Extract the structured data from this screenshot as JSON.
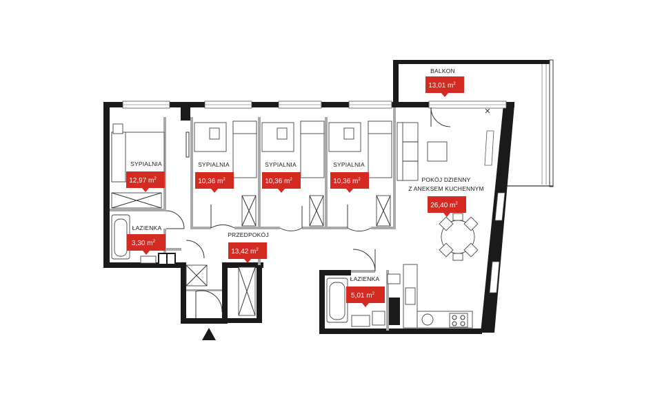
{
  "rooms": [
    {
      "id": "sypialnia-1",
      "name": "SYPIALNIA",
      "area": "12,97 m",
      "sup": "2"
    },
    {
      "id": "sypialnia-2",
      "name": "SYPIALNIA",
      "area": "10,36 m",
      "sup": "2"
    },
    {
      "id": "sypialnia-3",
      "name": "SYPIALNIA",
      "area": "10,36 m",
      "sup": "2"
    },
    {
      "id": "sypialnia-4",
      "name": "SYPIALNIA",
      "area": "10,36 m",
      "sup": "2"
    },
    {
      "id": "lazienka-1",
      "name": "ŁAZIENKA",
      "area": "3,30 m",
      "sup": "2"
    },
    {
      "id": "przedpokoj",
      "name": "PRZEDPOKÓJ",
      "area": "13,42 m",
      "sup": "2"
    },
    {
      "id": "pokoj-dzienny",
      "name_line1": "POKÓJ DZIENNY",
      "name_line2": "Z ANEKSEM KUCHENNYM",
      "area": "26,40 m",
      "sup": "2"
    },
    {
      "id": "lazienka-2",
      "name": "ŁAZIENKA",
      "area": "5,01 m",
      "sup": "2"
    },
    {
      "id": "balkon",
      "name": "BALKON",
      "area": "13,01 m",
      "sup": "2"
    }
  ],
  "colors": {
    "badge": "#d32a22",
    "wall": "#1a1a1a",
    "partition": "#a9a9a9"
  },
  "icons": {
    "entrance": "entrance-arrow-icon",
    "compass": "x-mark-icon"
  }
}
